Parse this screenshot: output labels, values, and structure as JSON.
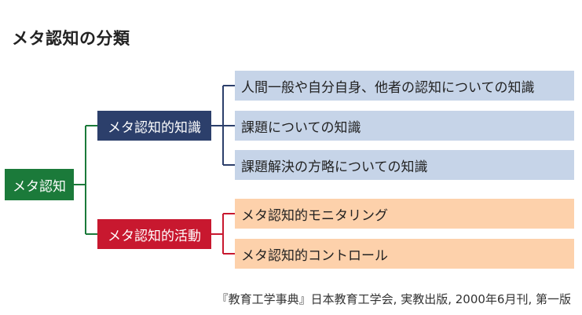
{
  "title": "メタ認知の分類",
  "colors": {
    "root_bg": "#1b7a3a",
    "knowledge_bg": "#2c3f6b",
    "activity_bg": "#c8182f",
    "knowledge_leaf_bg": "#c6d4e8",
    "activity_leaf_bg": "#fdd1ab",
    "root_connector": "#1b7a3a",
    "knowledge_connector": "#2c3f6b",
    "activity_connector": "#c8182f"
  },
  "root": {
    "label": "メタ認知"
  },
  "branches": [
    {
      "label": "メタ認知的知識",
      "items": [
        "人間一般や自分自身、他者の認知についての知識",
        "課題についての知識",
        "課題解決の方略についての知識"
      ]
    },
    {
      "label": "メタ認知的活動",
      "items": [
        "メタ認知的モニタリング",
        "メタ認知的コントロール"
      ]
    }
  ],
  "source": "『教育工学事典』日本教育工学会, 実教出版, 2000年6月刊, 第一版"
}
